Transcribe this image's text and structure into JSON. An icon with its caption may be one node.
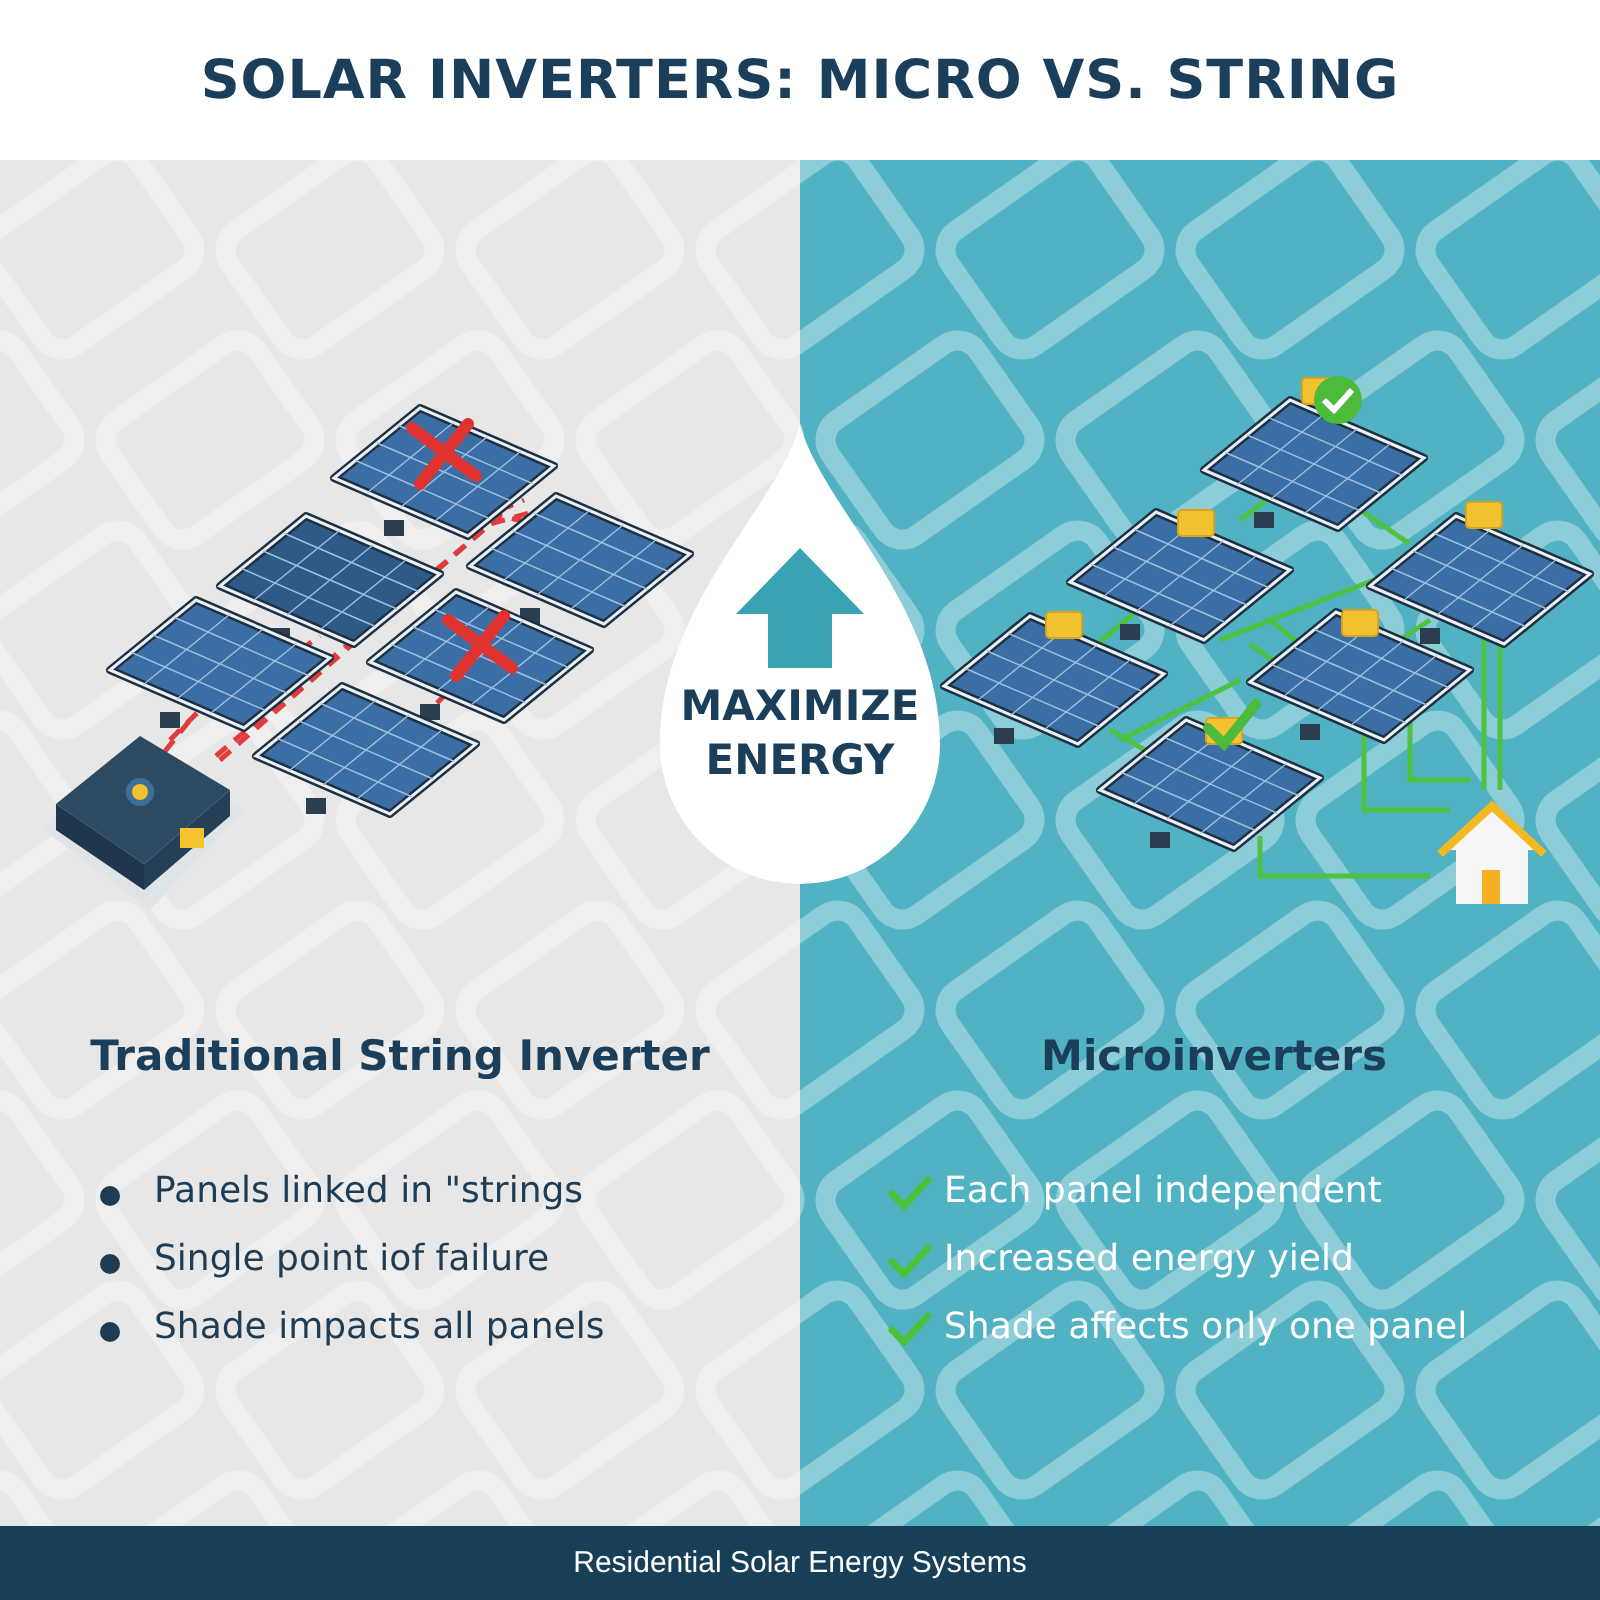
{
  "diagram": {
    "title": "SOLAR INVERTERS: MICRO VS. STRING",
    "nodes": [
      {
        "text": [
          "MAXIMIZE ENERGY"
        ]
      }
    ],
    "edges": [],
    "labels": [
      "Traditional String Inverter",
      "Panels linked in \"strings",
      "Single point iof failure",
      "Shade impacts all panels",
      "Microinverters",
      "Each panel independent",
      "Increased energy yield",
      "Shade affects only one panel"
    ],
    "caption": "Residential Solar Energy Systems"
  }
}
